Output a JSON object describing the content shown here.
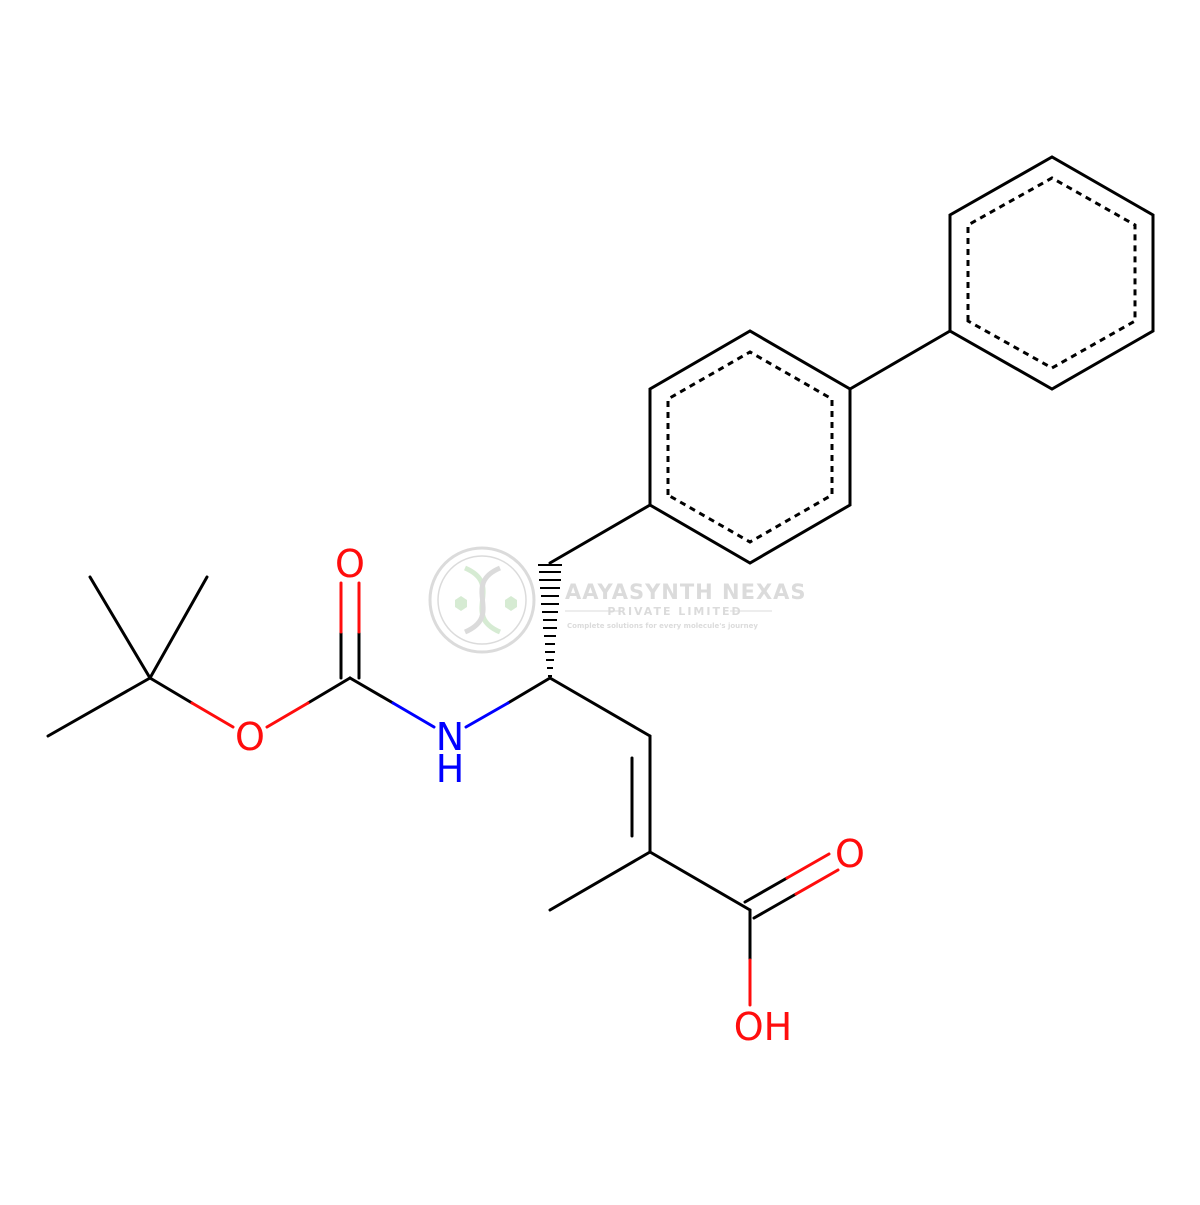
{
  "diagram": {
    "type": "chemical-structure",
    "atoms": {
      "o_carbonyl_boc": {
        "text": "O",
        "color": "#ff0d0d"
      },
      "o_ester_boc": {
        "text": "O",
        "color": "#ff0d0d"
      },
      "n_amide": {
        "text": "N",
        "color": "#0000ff"
      },
      "h_amide": {
        "text": "H",
        "color": "#0000ff"
      },
      "o_acid_carbonyl": {
        "text": "O",
        "color": "#ff0d0d"
      },
      "oh_acid": {
        "text": "OH",
        "color": "#ff0d0d"
      }
    },
    "bond_color": "#000000"
  },
  "watermark": {
    "logo": "dna-helix-logo",
    "company_name": "AAYASYNTH NEXAS",
    "company_suffix": "PRIVATE LIMITED",
    "tagline": "Complete solutions for every molecule's journey",
    "colors": {
      "text": "#8a8a8a",
      "accent": "#7ac070",
      "opacity": 0.3
    }
  }
}
